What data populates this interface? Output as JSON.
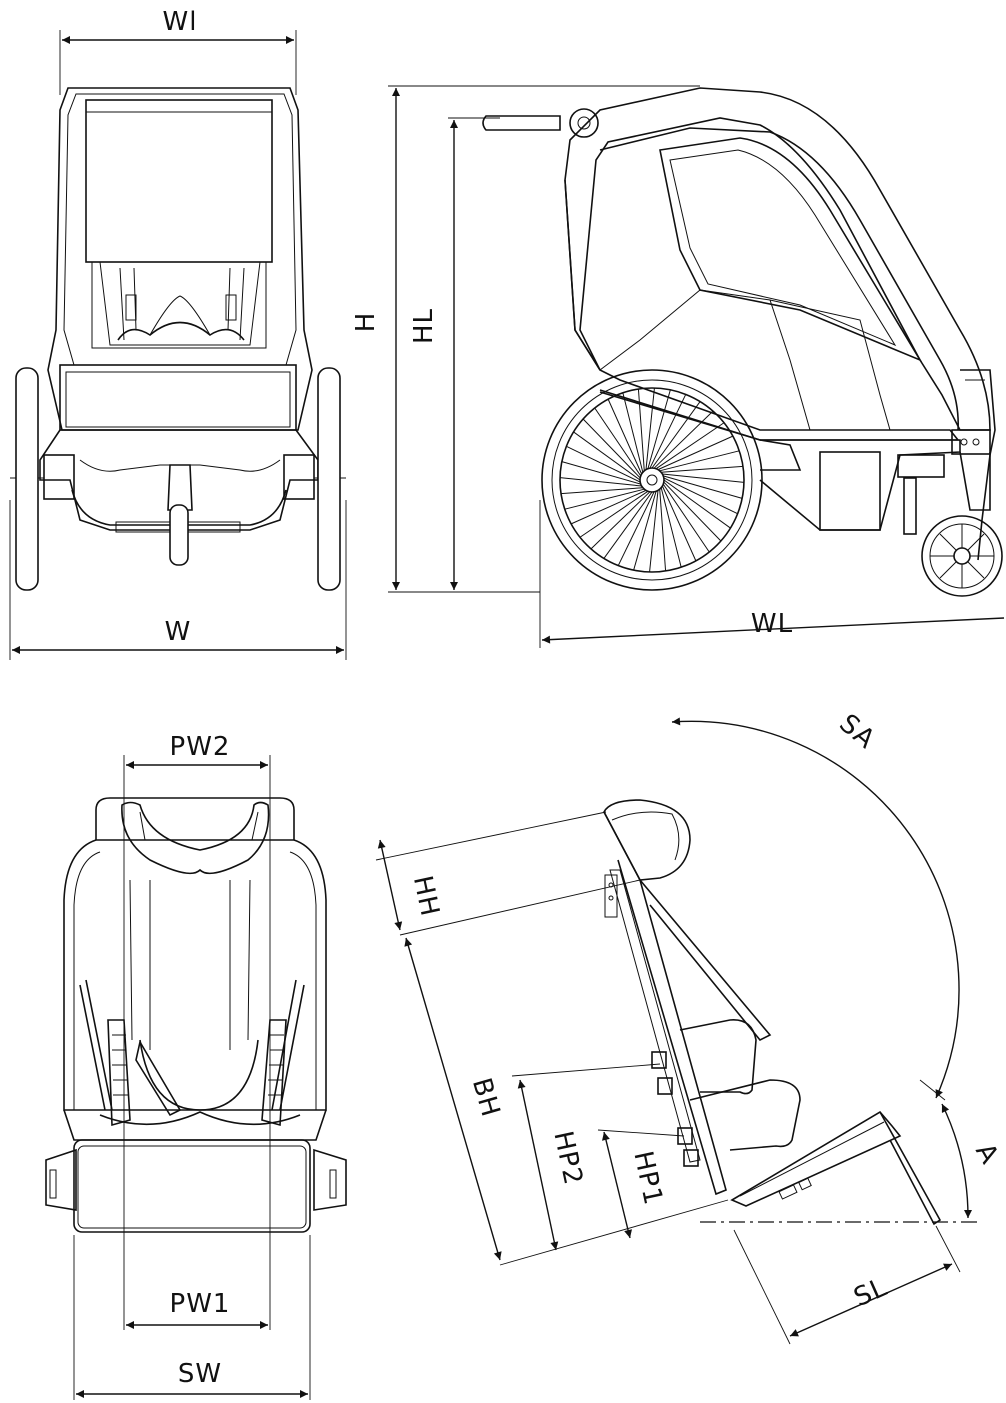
{
  "labels": {
    "wl": "Wl",
    "w": "W",
    "h": "H",
    "hl": "HL",
    "wlength": "WL",
    "pw2": "PW2",
    "pw1": "PW1",
    "sw": "SW",
    "hh": "HH",
    "bh": "BH",
    "hp2": "HP2",
    "hp1": "HP1",
    "sa": "SA",
    "a": "A",
    "sl": "SL"
  },
  "colors": {
    "line": "#111111",
    "background": "#ffffff"
  }
}
